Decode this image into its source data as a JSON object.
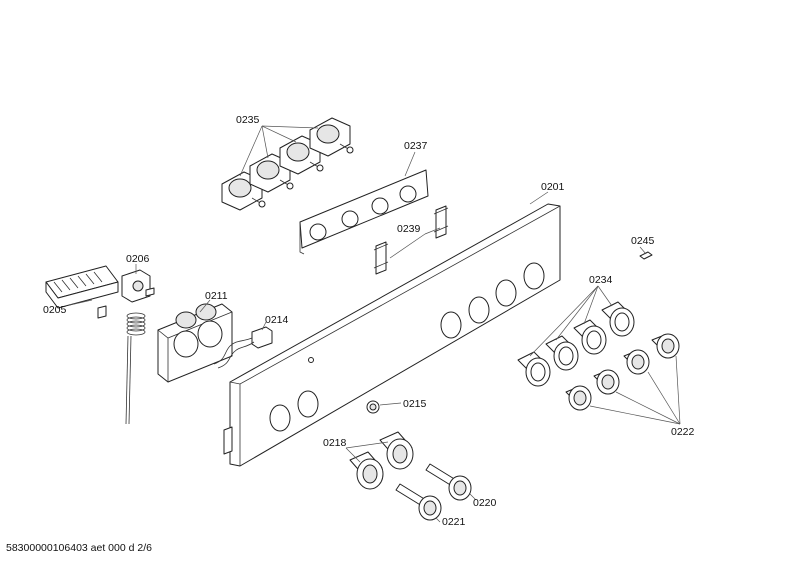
{
  "labels": {
    "p0235": "0235",
    "p0237": "0237",
    "p0201": "0201",
    "p0239": "0239",
    "p0245": "0245",
    "p0206": "0206",
    "p0211": "0211",
    "p0205": "0205",
    "p0214": "0214",
    "p0234": "0234",
    "p0215": "0215",
    "p0218": "0218",
    "p0222": "0222",
    "p0220": "0220",
    "p0221": "0221"
  },
  "footer": "58300000106403 aet 000 d 2/6"
}
